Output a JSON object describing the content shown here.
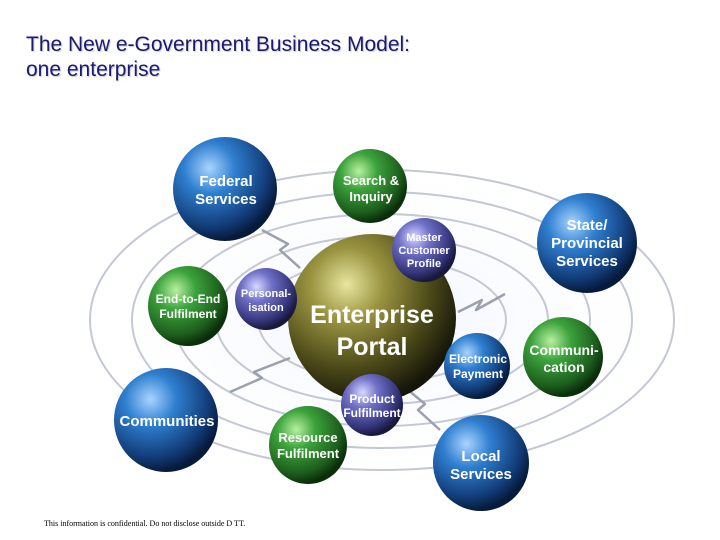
{
  "title": {
    "line1": "The New e-Government Business Model:",
    "line2": "one enterprise"
  },
  "nodes": {
    "federal": {
      "line1": "Federal",
      "line2": "Services"
    },
    "search": {
      "line1": "Search &",
      "line2": "Inquiry"
    },
    "state": {
      "line1": "State/",
      "line2": "Provincial",
      "line3": "Services"
    },
    "master": {
      "line1": "Master",
      "line2": "Customer",
      "line3": "Profile"
    },
    "personal": {
      "line1": "Personal-",
      "line2": "isation"
    },
    "e2e": {
      "line1": "End-to-End",
      "line2": "Fulfilment"
    },
    "portal": {
      "line1": "Enterprise",
      "line2": "Portal"
    },
    "epay": {
      "line1": "Electronic",
      "line2": "Payment"
    },
    "comm": {
      "line1": "Communi-",
      "line2": "cation"
    },
    "product": {
      "line1": "Product",
      "line2": "Fulfilment"
    },
    "communities": {
      "line1": "Communities"
    },
    "resource": {
      "line1": "Resource",
      "line2": "Fulfilment"
    },
    "local": {
      "line1": "Local",
      "line2": "Services"
    }
  },
  "colors": {
    "title": "#1a1a6e",
    "blue_sphere": "#1f5fa8",
    "green_sphere": "#2e8b2e",
    "purple_sphere": "#5a5aa8",
    "portal_sphere": "#6b6a1e"
  },
  "footer": {
    "note": "This information is confidential. Do not disclose outside D TT."
  }
}
